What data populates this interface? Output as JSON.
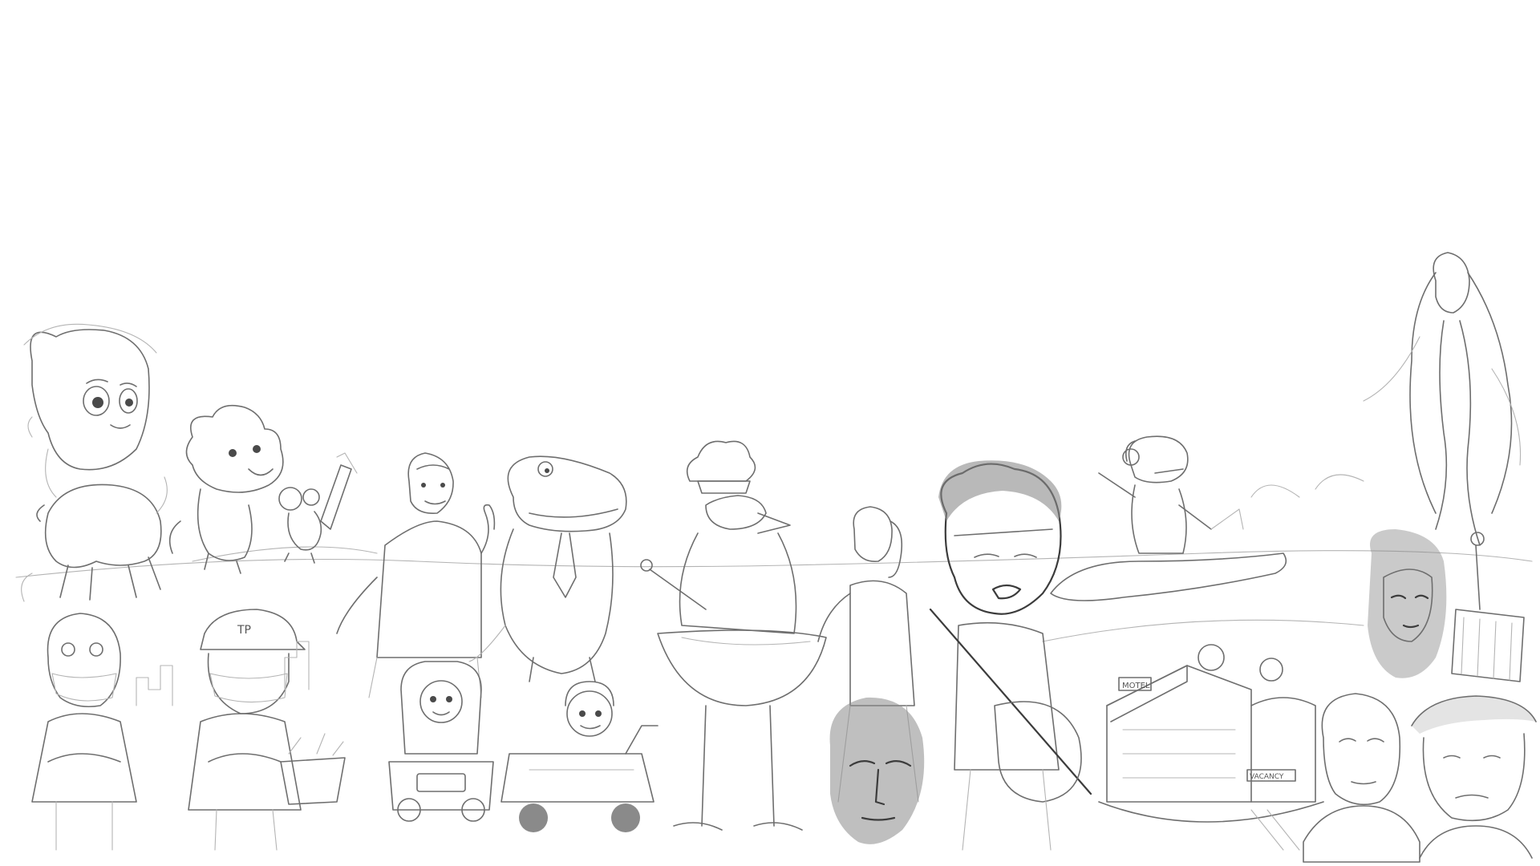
{
  "image": {
    "kind": "pencil-sketch-collage",
    "background_color": "#ffffff",
    "line_color": "#6e6e6e",
    "labels": {
      "cap_letters": "TP",
      "motel_sign": "MOTEL",
      "vacancy_sign": "VACANCY"
    }
  }
}
